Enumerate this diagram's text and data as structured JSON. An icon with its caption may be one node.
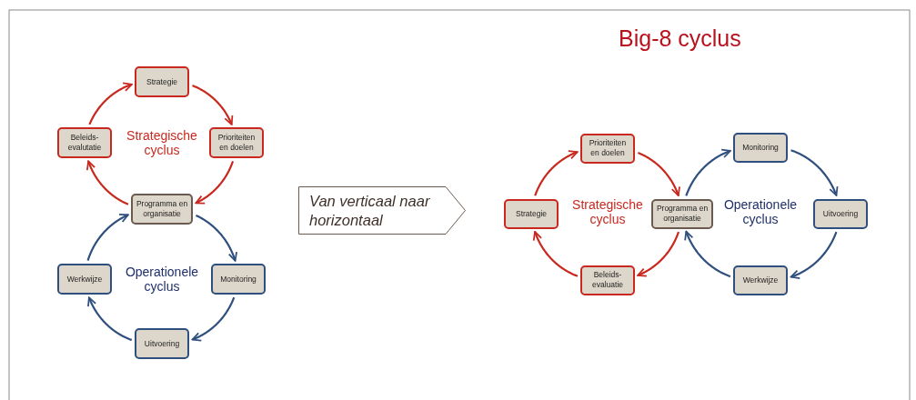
{
  "diagram": {
    "title": "Big-8 cyclus",
    "nodes": [
      {
        "text": [
          "Strategie"
        ]
      },
      {
        "text": [
          "Prioriteiten en doelen"
        ]
      },
      {
        "text": [
          "Beleids- evalutatie"
        ]
      },
      {
        "text": [
          "Programma en organisatie"
        ]
      },
      {
        "text": [
          "Werkwijze"
        ]
      },
      {
        "text": [
          "Monitoring"
        ]
      },
      {
        "text": [
          "Uitvoering"
        ]
      },
      {
        "text": [
          "Van verticaal naar horizontaal"
        ]
      },
      {
        "text": [
          "Prioriteiten en doelen"
        ]
      },
      {
        "text": [
          "Monitoring"
        ]
      },
      {
        "text": [
          "Strategie"
        ]
      },
      {
        "text": [
          "Programma en organisatie"
        ]
      },
      {
        "text": [
          "Uitvoering"
        ]
      },
      {
        "text": [
          "Beleids- evaluatie"
        ]
      },
      {
        "text": [
          "Werkwijze"
        ]
      }
    ],
    "edges": [
      {
        "from": 0,
        "to": 1,
        "arrow": "to",
        "color": "#c8281e"
      },
      {
        "from": 1,
        "to": 3,
        "arrow": "to",
        "color": "#c8281e"
      },
      {
        "from": 3,
        "to": 2,
        "arrow": "to",
        "color": "#c8281e"
      },
      {
        "from": 2,
        "to": 0,
        "arrow": "to",
        "color": "#c8281e"
      },
      {
        "from": 3,
        "to": 5,
        "arrow": "to",
        "color": "#2f4f7f"
      },
      {
        "from": 5,
        "to": 6,
        "arrow": "to",
        "color": "#2f4f7f"
      },
      {
        "from": 6,
        "to": 4,
        "arrow": "to",
        "color": "#2f4f7f"
      },
      {
        "from": 4,
        "to": 3,
        "arrow": "to",
        "color": "#2f4f7f"
      },
      {
        "from": 10,
        "to": 8,
        "arrow": "to",
        "color": "#c8281e"
      },
      {
        "from": 8,
        "to": 11,
        "arrow": "to",
        "color": "#c8281e"
      },
      {
        "from": 11,
        "to": 13,
        "arrow": "to",
        "color": "#c8281e"
      },
      {
        "from": 13,
        "to": 10,
        "arrow": "to",
        "color": "#c8281e"
      },
      {
        "from": 11,
        "to": 9,
        "arrow": "to",
        "color": "#2f4f7f"
      },
      {
        "from": 9,
        "to": 12,
        "arrow": "to",
        "color": "#2f4f7f"
      },
      {
        "from": 12,
        "to": 14,
        "arrow": "to",
        "color": "#2f4f7f"
      },
      {
        "from": 14,
        "to": 11,
        "arrow": "to",
        "color": "#2f4f7f"
      }
    ],
    "labels": [
      "Strategische cyclus",
      "Operationele cyclus",
      "Strategische cyclus",
      "Operationele cyclus"
    ]
  }
}
